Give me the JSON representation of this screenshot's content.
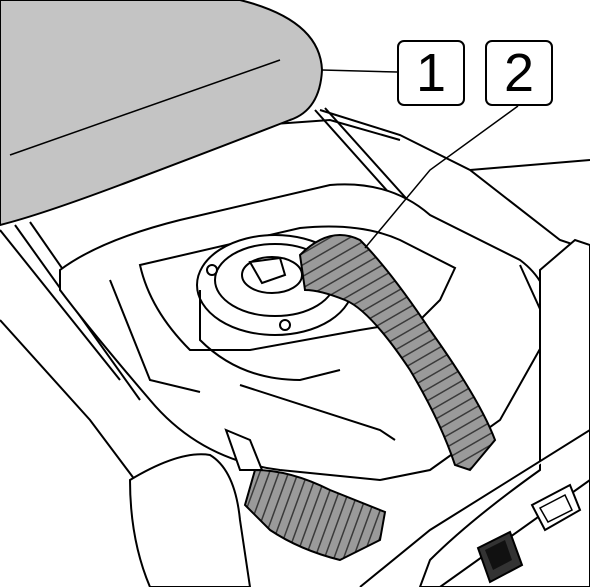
{
  "callouts": [
    {
      "label": "1"
    },
    {
      "label": "2"
    }
  ],
  "colors": {
    "line": "#000000",
    "seat_fill": "#c4c4c4",
    "hose_fill": "#9a9a9a",
    "hose_dark": "#555555",
    "background": "#ffffff"
  },
  "icons": [
    "fuel-filler-hose",
    "fuel-pump-flange",
    "seat-cushion",
    "switch-panel"
  ]
}
